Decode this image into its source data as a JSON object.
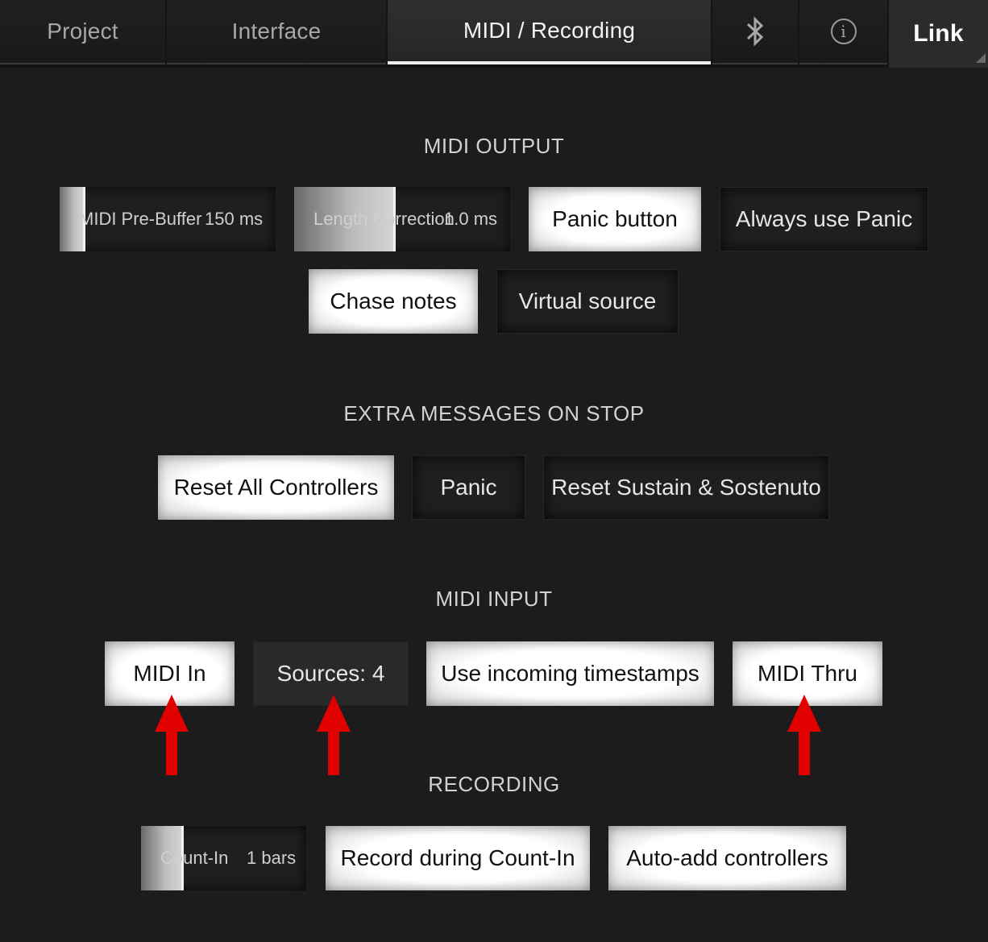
{
  "tabs": {
    "project": "Project",
    "interface": "Interface",
    "midi_recording": "MIDI / Recording",
    "bluetooth_icon": "bluetooth-icon",
    "info_icon": "info-icon",
    "info_glyph": "i",
    "link": "Link"
  },
  "sections": {
    "midi_output": {
      "title": "MIDI OUTPUT",
      "pre_buffer": {
        "label": "MIDI Pre-Buffer",
        "value": "150 ms",
        "fill": 0.12
      },
      "length_correction": {
        "label": "Length Correction",
        "value": "1.0 ms",
        "fill": 0.47
      },
      "panic_button": "Panic button",
      "always_use_panic": "Always use Panic",
      "chase_notes": "Chase notes",
      "virtual_source": "Virtual source"
    },
    "extra_messages": {
      "title": "EXTRA MESSAGES ON STOP",
      "reset_all_controllers": "Reset All Controllers",
      "panic": "Panic",
      "reset_sustain": "Reset Sustain & Sostenuto"
    },
    "midi_input": {
      "title": "MIDI INPUT",
      "midi_in": "MIDI In",
      "sources": "Sources: 4",
      "use_incoming_timestamps": "Use incoming timestamps",
      "midi_thru": "MIDI Thru"
    },
    "recording": {
      "title": "RECORDING",
      "count_in": {
        "label": "Count-In",
        "value": "1 bars",
        "fill": 0.26
      },
      "record_during_count_in": "Record during Count-In",
      "auto_add_controllers": "Auto-add controllers"
    }
  },
  "colors": {
    "annotation_arrow": "#e00000",
    "active_tab_underline": "#f0f0f0"
  }
}
